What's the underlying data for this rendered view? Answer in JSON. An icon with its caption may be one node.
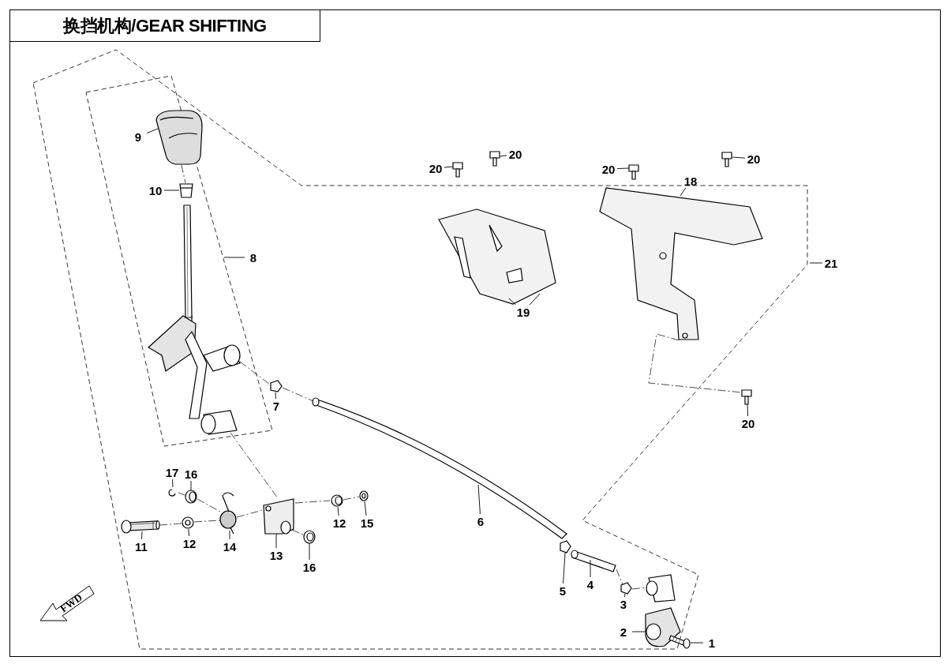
{
  "diagram": {
    "title": "换挡机构/GEAR SHIFTING",
    "nodes": [
      {
        "text": [
          "9"
        ]
      },
      {
        "text": [
          "20"
        ]
      },
      {
        "text": [
          "20"
        ]
      },
      {
        "text": [
          "20"
        ]
      },
      {
        "text": [
          "20"
        ]
      },
      {
        "text": [
          "18"
        ]
      },
      {
        "text": [
          "10"
        ]
      },
      {
        "text": [
          "8"
        ]
      },
      {
        "text": [
          "21"
        ]
      },
      {
        "text": [
          "19"
        ]
      },
      {
        "text": [
          "7"
        ]
      },
      {
        "text": [
          "20"
        ]
      },
      {
        "text": [
          "17"
        ]
      },
      {
        "text": [
          "16"
        ]
      },
      {
        "text": [
          "12"
        ]
      },
      {
        "text": [
          "15"
        ]
      },
      {
        "text": [
          "6"
        ]
      },
      {
        "text": [
          "12"
        ]
      },
      {
        "text": [
          "14"
        ]
      },
      {
        "text": [
          "11"
        ]
      },
      {
        "text": [
          "13"
        ]
      },
      {
        "text": [
          "16"
        ]
      },
      {
        "text": [
          "4"
        ]
      },
      {
        "text": [
          "5"
        ]
      },
      {
        "text": [
          "3"
        ]
      },
      {
        "text": [
          "2"
        ]
      },
      {
        "text": [
          "1"
        ]
      },
      {
        "text": [
          "FWD"
        ]
      },
      {
        "text": [],
        "shape": "picture"
      },
      {
        "text": [],
        "shape": "picture"
      },
      {
        "text": [],
        "shape": "picture"
      },
      {
        "text": [],
        "shape": "picture"
      },
      {
        "text": [],
        "shape": "picture"
      },
      {
        "text": [],
        "shape": "picture"
      },
      {
        "text": [],
        "shape": "picture"
      },
      {
        "text": [],
        "shape": "picture"
      },
      {
        "text": [],
        "shape": "picture"
      },
      {
        "text": [],
        "shape": "picture"
      },
      {
        "text": [],
        "shape": "picture"
      },
      {
        "text": [],
        "shape": "picture"
      },
      {
        "text": [],
        "shape": "picture"
      },
      {
        "text": [],
        "shape": "picture"
      },
      {
        "text": [],
        "shape": "picture"
      },
      {
        "text": [],
        "shape": "picture"
      },
      {
        "text": [],
        "shape": "picture"
      },
      {
        "text": [],
        "shape": "picture"
      },
      {
        "text": [],
        "shape": "picture"
      },
      {
        "text": [],
        "shape": "picture"
      },
      {
        "text": [],
        "shape": "picture"
      },
      {
        "text": [],
        "shape": "picture"
      },
      {
        "text": [],
        "shape": "picture"
      },
      {
        "text": [],
        "shape": "picture"
      },
      {
        "text": [],
        "shape": "picture"
      },
      {
        "text": [],
        "shape": "picture"
      },
      {
        "text": [],
        "shape": "picture"
      }
    ],
    "edges": [
      {
        "from": 0,
        "to": 28,
        "arrow": "none"
      },
      {
        "from": 1,
        "to": 50,
        "arrow": "none"
      },
      {
        "from": 2,
        "to": 52,
        "arrow": "none"
      },
      {
        "from": 3,
        "to": 49,
        "arrow": "none"
      },
      {
        "from": 4,
        "to": 51,
        "arrow": "none"
      },
      {
        "from": 5,
        "to": 48,
        "arrow": "none"
      },
      {
        "from": 6,
        "to": 29,
        "arrow": "none"
      },
      {
        "from": 7,
        "to": null,
        "arrow": "none"
      },
      {
        "from": 8,
        "to": null,
        "arrow": "none"
      },
      {
        "from": 9,
        "to": 47,
        "arrow": "none"
      },
      {
        "from": 9,
        "to": 47,
        "arrow": "none"
      },
      {
        "from": 10,
        "to": 31,
        "arrow": "none"
      },
      {
        "from": 11,
        "to": 53,
        "arrow": "none"
      },
      {
        "from": 12,
        "to": 40,
        "arrow": "none"
      },
      {
        "from": 13,
        "to": 41,
        "arrow": "none"
      },
      {
        "from": 14,
        "to": 45,
        "arrow": "none"
      },
      {
        "from": 15,
        "to": 46,
        "arrow": "none"
      },
      {
        "from": 16,
        "to": 32,
        "arrow": "none"
      },
      {
        "from": 17,
        "to": 39,
        "arrow": "none"
      },
      {
        "from": 18,
        "to": 42,
        "arrow": "none"
      },
      {
        "from": 19,
        "to": 38,
        "arrow": "none"
      },
      {
        "from": 20,
        "to": 43,
        "arrow": "none"
      },
      {
        "from": 21,
        "to": 44,
        "arrow": "none"
      },
      {
        "from": 22,
        "to": 34,
        "arrow": "none"
      },
      {
        "from": 23,
        "to": 33,
        "arrow": "none"
      },
      {
        "from": 24,
        "to": 35,
        "arrow": "none"
      },
      {
        "from": 25,
        "to": 36,
        "arrow": "none"
      },
      {
        "from": 26,
        "to": 37,
        "arrow": "none"
      },
      {
        "from": 28,
        "to": 29,
        "arrow": "none",
        "style": "dashed"
      },
      {
        "from": 30,
        "to": 31,
        "arrow": "none",
        "style": "dashed"
      },
      {
        "from": 31,
        "to": 32,
        "arrow": "none",
        "style": "dashed"
      },
      {
        "from": 30,
        "to": 43,
        "arrow": "none",
        "style": "dashed"
      },
      {
        "from": 38,
        "to": 39,
        "arrow": "none",
        "style": "dashed"
      },
      {
        "from": 39,
        "to": 42,
        "arrow": "none",
        "style": "dashed"
      },
      {
        "from": 42,
        "to": 43,
        "arrow": "none",
        "style": "dashed"
      },
      {
        "from": 40,
        "to": 41,
        "arrow": "none",
        "style": "dashed"
      },
      {
        "from": 41,
        "to": 42,
        "arrow": "none",
        "style": "dashed"
      },
      {
        "from": 43,
        "to": 45,
        "arrow": "none",
        "style": "dashed"
      },
      {
        "from": 45,
        "to": 46,
        "arrow": "none",
        "style": "dashed"
      },
      {
        "from": 43,
        "to": 44,
        "arrow": "none",
        "style": "dashed"
      },
      {
        "from": 34,
        "to": 35,
        "arrow": "none",
        "style": "dashed"
      },
      {
        "from": 35,
        "to": 36,
        "arrow": "none",
        "style": "dashed"
      },
      {
        "from": 48,
        "to": 53,
        "arrow": "none",
        "style": "dashed"
      }
    ]
  }
}
